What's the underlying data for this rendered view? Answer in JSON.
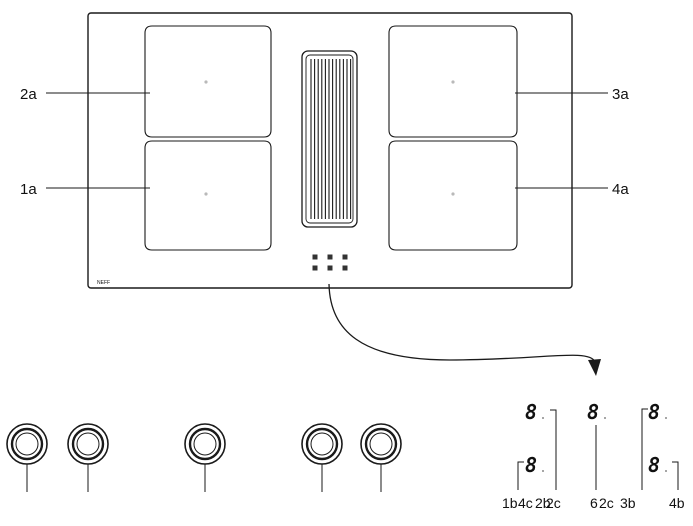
{
  "hob": {
    "brand_mark": "NEFF",
    "zone_labels": [
      "2a",
      "3a",
      "1a",
      "4a"
    ]
  },
  "panel": {
    "digit_glyph": "8",
    "labels": [
      "1b",
      "4c",
      "2b",
      "2c",
      "6",
      "2c",
      "3b",
      "4b"
    ]
  },
  "colors": {
    "line": "#1a1a1a",
    "background": "#ffffff"
  },
  "icons": [
    "cooktop-zone-icon",
    "extractor-vent-icon",
    "control-knob-icon",
    "seven-segment-display-icon",
    "arrow-icon"
  ]
}
